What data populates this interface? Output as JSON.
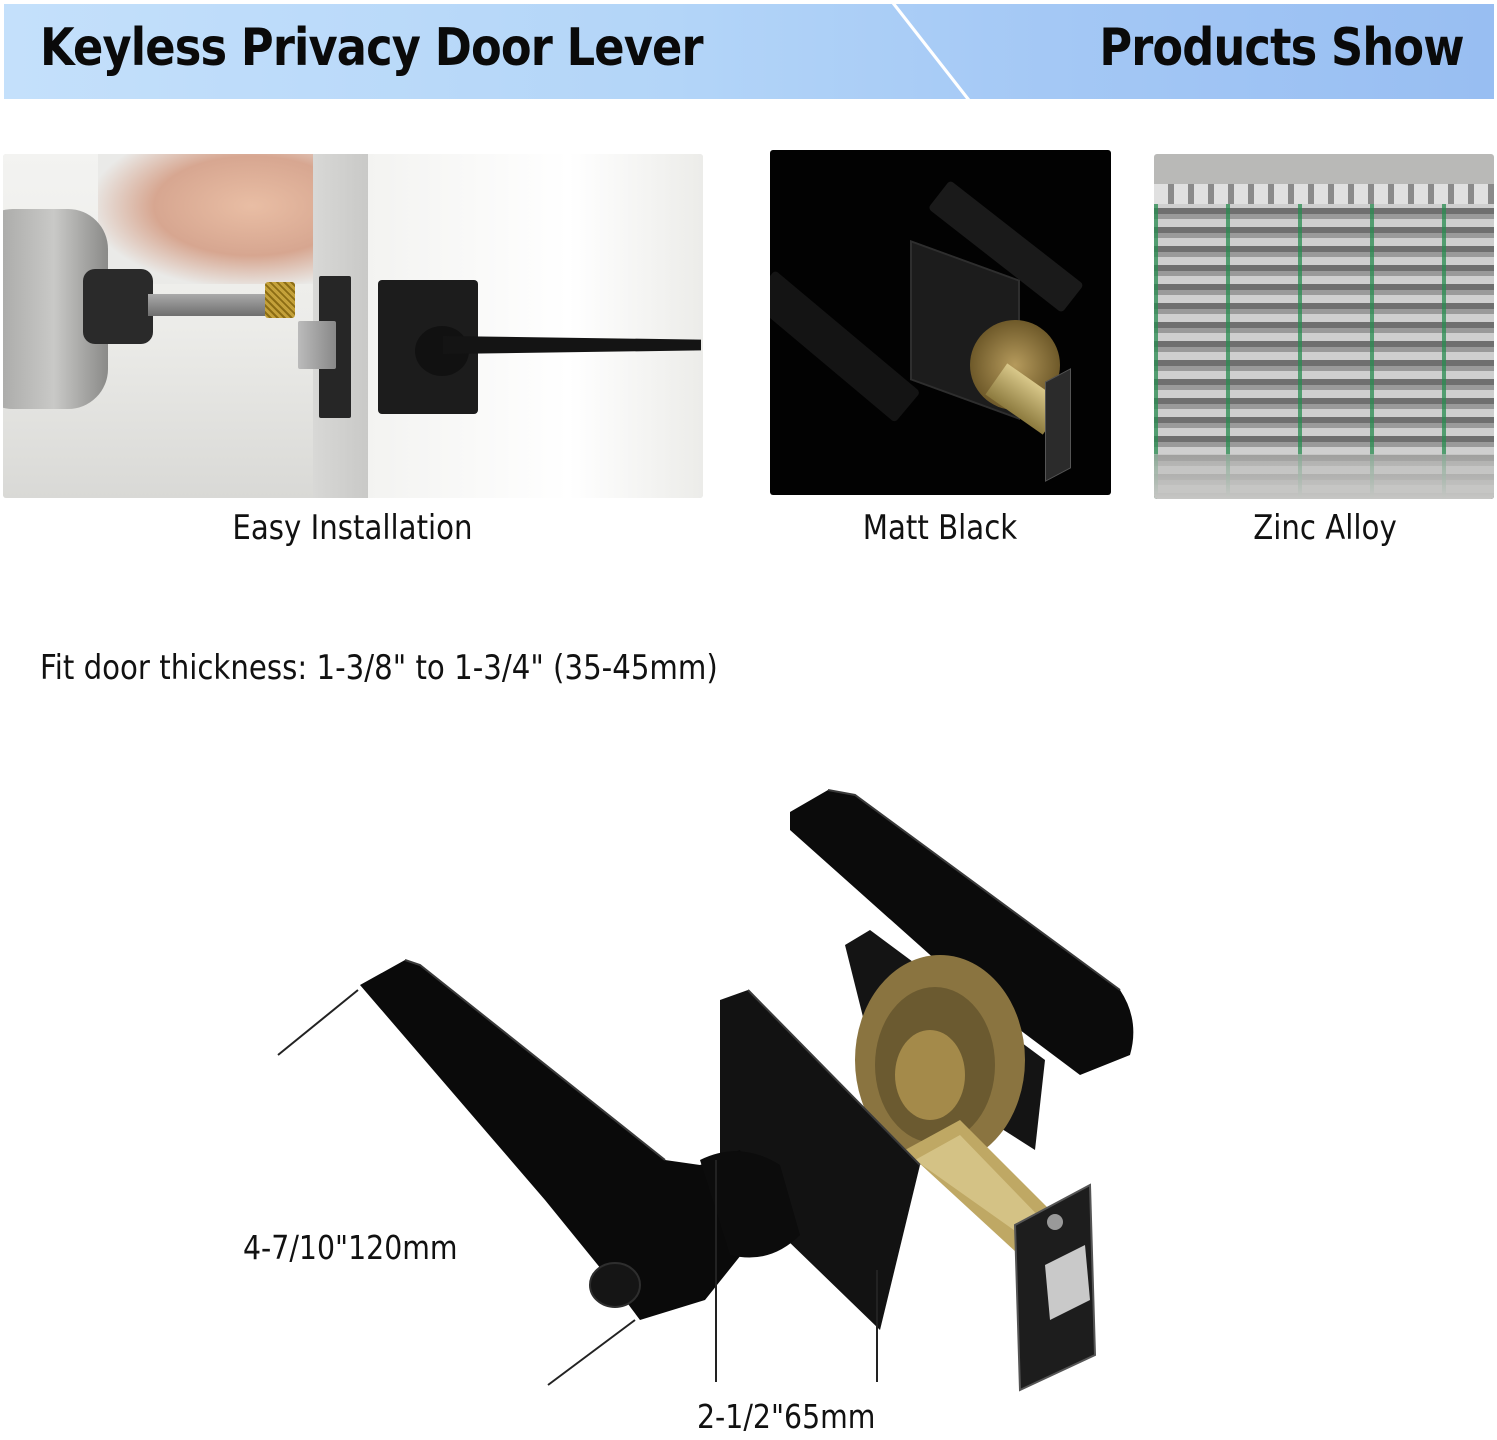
{
  "banner": {
    "title": "Keyless Privacy Door Lever",
    "section": "Products Show",
    "gradient_start": "#c4e0fb",
    "gradient_end": "#98bef2"
  },
  "features": [
    {
      "caption": "Easy Installation",
      "image": "drill installing lever handle on door"
    },
    {
      "caption": "Matt Black",
      "image": "matt black lever lockset on black background"
    },
    {
      "caption": "Zinc Alloy",
      "image": "stacks of zinc alloy ingots"
    }
  ],
  "fit_door": {
    "text": "Fit door thickness: 1-3/8\" to 1-3/4\" (35-45mm)"
  },
  "diagram": {
    "image": "matt black privacy lever lockset with dimension lines",
    "lever_length_label": "4-7/10\"120mm",
    "backset_label": "2-1/2\"65mm"
  }
}
